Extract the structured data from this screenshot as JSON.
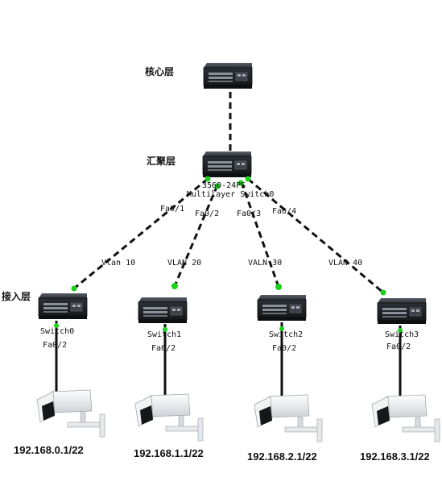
{
  "layers": {
    "core": "核心层",
    "distribution": "汇聚层",
    "access": "接入层"
  },
  "distribution_switch": {
    "model": "3560-24PS",
    "name": "Multilayer Switch0",
    "ports": [
      "Fa0/1",
      "Fa0/2",
      "Fa0/3",
      "Fa0/4"
    ]
  },
  "links": [
    {
      "vlan": "Vlan 10"
    },
    {
      "vlan": "VLAN 20"
    },
    {
      "vlan": "VALN 30"
    },
    {
      "vlan": "VLAN 40"
    }
  ],
  "access_switches": [
    {
      "name": "Switch0",
      "port": "Fa0/2",
      "ip": "192.168.0.1/22"
    },
    {
      "name": "Switch1",
      "port": "Fa0/2",
      "ip": "192.168.1.1/22"
    },
    {
      "name": "Switch2",
      "port": "Fa0/2",
      "ip": "192.168.2.1/22"
    },
    {
      "name": "Switch3",
      "port": "Fa0/2",
      "ip": "192.168.3.1/22"
    }
  ],
  "colors": {
    "link_dot": "#19d219",
    "switch_body": "#2a2d33"
  }
}
